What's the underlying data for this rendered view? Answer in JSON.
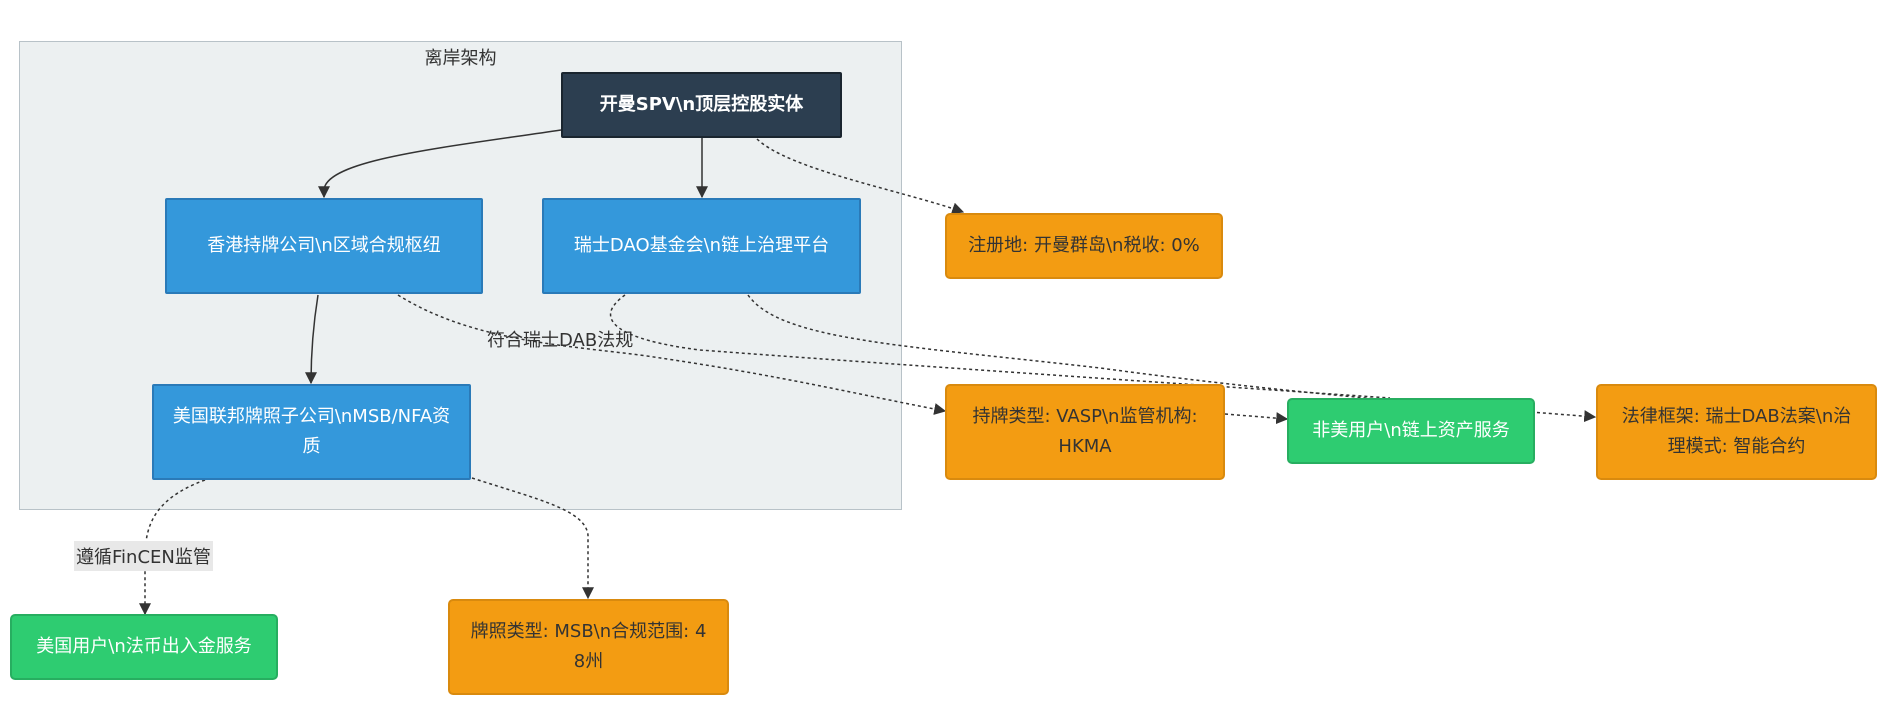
{
  "cluster": {
    "title": "离岸架构"
  },
  "nodes": {
    "cayman_spv": "开曼SPV\\n顶层控股实体",
    "hk_company": "香港持牌公司\\n区域合规枢纽",
    "swiss_dao": "瑞士DAO基金会\\n链上治理平台",
    "us_subsidiary": "美国联邦牌照子公司\\nMSB/NFA资质",
    "cayman_info": "注册地: 开曼群岛\\n税收: 0%",
    "hk_license": "持牌类型: VASP\\n监管机构: HKMA",
    "non_us_users": "非美用户\\n链上资产服务",
    "swiss_legal": "法律框架: 瑞士DAB法案\\n治理模式: 智能合约",
    "us_users": "美国用户\\n法币出入金服务",
    "us_license": "牌照类型: MSB\\n合规范围: 48州"
  },
  "edge_labels": {
    "swiss_compliance": "符合瑞士DAB法规",
    "fincen": "遵循FinCEN监管"
  },
  "colors": {
    "dark_node": "#2c3e50",
    "blue_node": "#3498db",
    "orange_node": "#f39c12",
    "green_node": "#2ecc71",
    "cluster_bg": "#ecf0f1"
  }
}
